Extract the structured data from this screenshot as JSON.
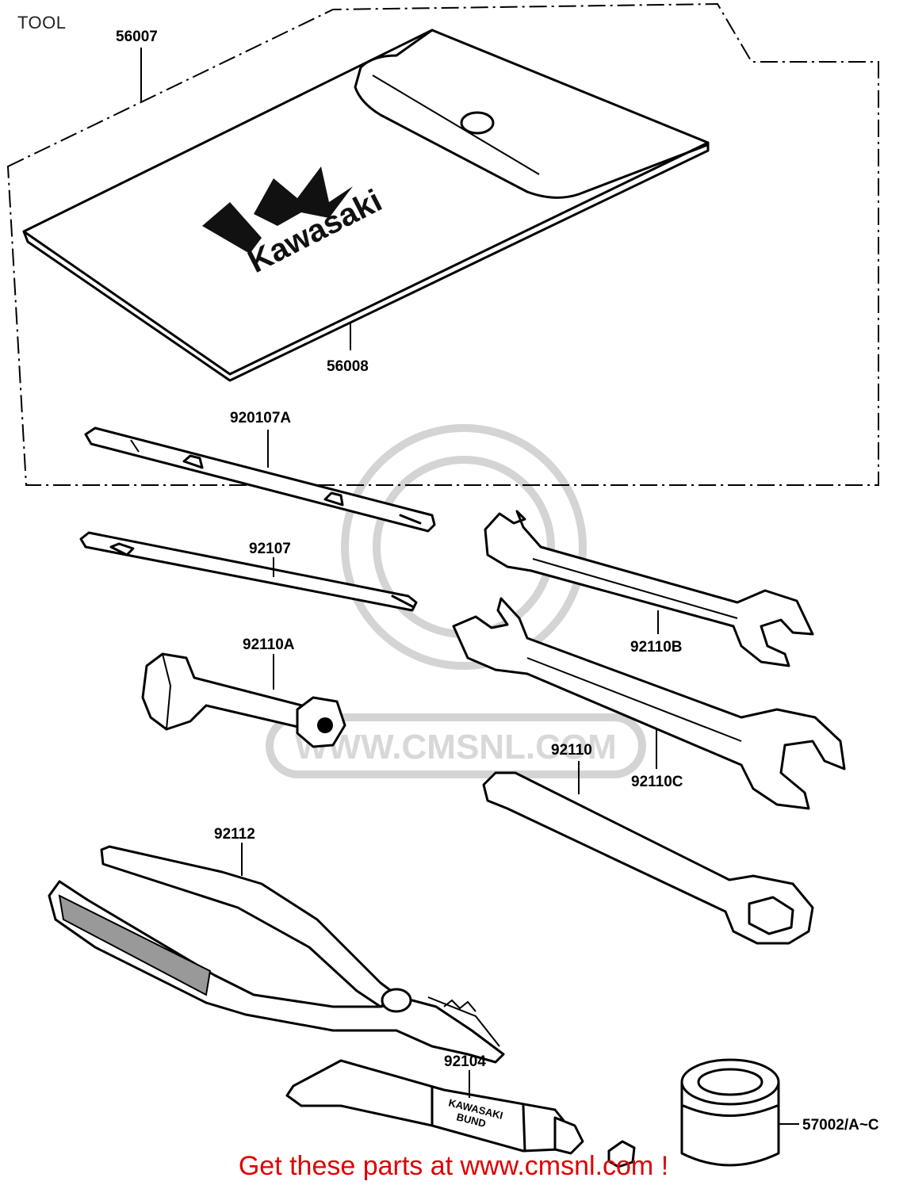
{
  "title": "TOOL",
  "footer": "Get these parts at www.cmsnl.com !",
  "watermark": "WWW.CMSNL.COM",
  "callouts": {
    "p56007": "56007",
    "p56008": "56008",
    "p920107A": "920107A",
    "p92107": "92107",
    "p92110A": "92110A",
    "p92110B": "92110B",
    "p92110C": "92110C",
    "p92110": "92110",
    "p92112": "92112",
    "p92104": "92104",
    "p57002": "57002/A~C"
  },
  "logo_text": "Kawasaki",
  "tube_label": [
    "KAWASAKI",
    "BUND"
  ],
  "colors": {
    "footer": "#e00000",
    "line": "#000000",
    "watermark": "#d4d4d4"
  }
}
